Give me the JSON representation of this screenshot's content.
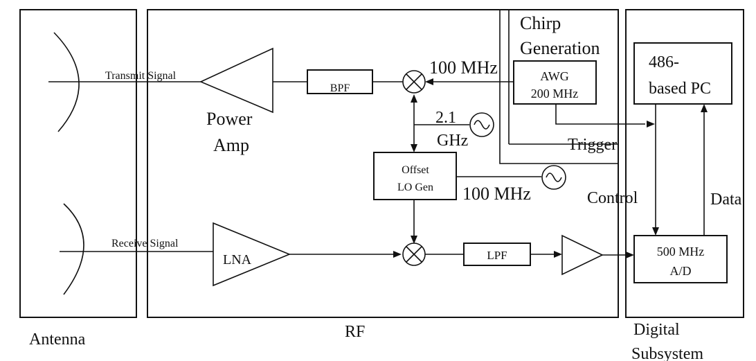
{
  "sections": {
    "antenna": "Antenna",
    "rf": "RF",
    "chirp_line1": "Chirp",
    "chirp_line2": "Generation",
    "digital_line1": "Digital",
    "digital_line2": "Subsystem"
  },
  "signals": {
    "transmit": "Transmit Signal",
    "receive": "Receive Signal"
  },
  "blocks": {
    "bpf": "BPF",
    "lpf": "LPF",
    "lna": "LNA",
    "power_amp_line1": "Power",
    "power_amp_line2": "Amp",
    "awg_line1": "AWG",
    "awg_line2": "200 MHz",
    "pc_line1": "486-",
    "pc_line2": "based PC",
    "adc_line1": "500 MHz",
    "adc_line2": "A/D",
    "offset_line1": "Offset",
    "offset_line2": "LO Gen"
  },
  "labels": {
    "freq_100mhz_top": "100 MHz",
    "freq_21_line1": "2.1",
    "freq_21_line2": "GHz",
    "freq_100mhz_bottom": "100 MHz",
    "trigger": "Trigger",
    "control": "Control",
    "data": "Data"
  }
}
